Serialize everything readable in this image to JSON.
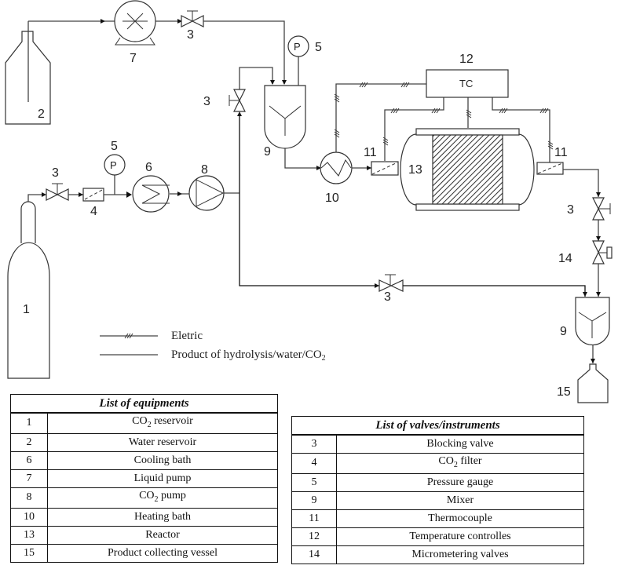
{
  "diagram": {
    "labels": {
      "co2_reservoir": "1",
      "water_reservoir": "2",
      "valve_top": "3",
      "valve_bypass_upper": "3",
      "valve_co2_line": "3",
      "valve_bottom_line": "3",
      "valve_outlet": "3",
      "filter": "4",
      "gauge_co2": "5",
      "gauge_mixer": "5",
      "cooling_bath": "6",
      "liquid_pump": "7",
      "co2_pump": "8",
      "mixer_upper": "9",
      "mixer_lower": "9",
      "heating_bath": "10",
      "thermocouple_left": "11",
      "thermocouple_right": "11",
      "temp_controller": "12",
      "reactor": "13",
      "micrometering_valve": "14",
      "collecting_vessel": "15"
    },
    "gauge_symbol": "P",
    "controller_text": "TC",
    "legend": {
      "electric": "Eletric",
      "product_prefix": "Product of hydrolysis/water/CO",
      "product_sub": "2"
    }
  },
  "equipment_table": {
    "title": "List of equipments",
    "rows": [
      {
        "num": "1",
        "name": "CO",
        "sub": "2",
        "rest": " reservoir"
      },
      {
        "num": "2",
        "name": "Water reservoir",
        "sub": "",
        "rest": ""
      },
      {
        "num": "6",
        "name": "Cooling bath",
        "sub": "",
        "rest": ""
      },
      {
        "num": "7",
        "name": "Liquid pump",
        "sub": "",
        "rest": ""
      },
      {
        "num": "8",
        "name": "CO",
        "sub": "2",
        "rest": " pump"
      },
      {
        "num": "10",
        "name": "Heating bath",
        "sub": "",
        "rest": ""
      },
      {
        "num": "13",
        "name": "Reactor",
        "sub": "",
        "rest": ""
      },
      {
        "num": "15",
        "name": "Product collecting vessel",
        "sub": "",
        "rest": ""
      }
    ]
  },
  "valves_table": {
    "title": "List of valves/instruments",
    "rows": [
      {
        "num": "3",
        "name": "Blocking valve",
        "sub": "",
        "rest": ""
      },
      {
        "num": "4",
        "name": "CO",
        "sub": "2",
        "rest": " filter"
      },
      {
        "num": "5",
        "name": "Pressure gauge",
        "sub": "",
        "rest": ""
      },
      {
        "num": "9",
        "name": "Mixer",
        "sub": "",
        "rest": ""
      },
      {
        "num": "11",
        "name": "Thermocouple",
        "sub": "",
        "rest": ""
      },
      {
        "num": "12",
        "name": "Temperature controlles",
        "sub": "",
        "rest": ""
      },
      {
        "num": "14",
        "name": "Micrometering valves",
        "sub": "",
        "rest": ""
      }
    ]
  }
}
